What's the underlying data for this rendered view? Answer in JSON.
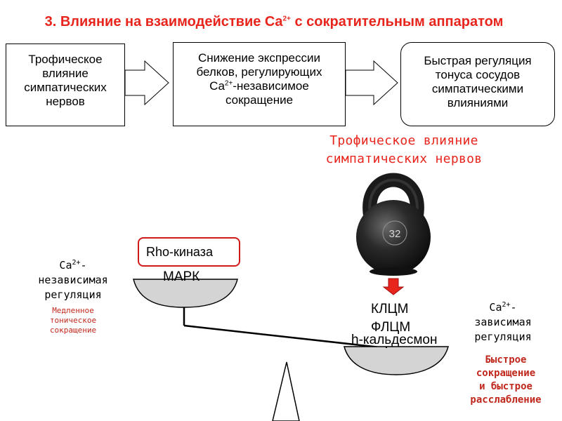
{
  "title": {
    "pre": "3. Влияние на взаимодействие Ca",
    "sup": "2+",
    "post": " с сократительным аппаратом"
  },
  "box1": {
    "lines": [
      "Трофическое",
      "влияние",
      "симпатических",
      "нервов"
    ]
  },
  "box2": {
    "line1": "Снижение  экспрессии",
    "line2": "белков, регулирующих",
    "line3_pre": "Ca",
    "line3_sup": "2+",
    "line3_post": "-независимое",
    "line4": "сокращение"
  },
  "box3": {
    "lines": [
      "Быстрая регуляция",
      "тонуса сосудов",
      "симпатическими",
      "влияниями"
    ]
  },
  "trophic_label": {
    "line1": "Трофическое влияние",
    "line2": "симпатических нервов"
  },
  "kettlebell": {
    "number": "32"
  },
  "left_pan": {
    "rho": "Rho-киназа",
    "mapk": "МАРК"
  },
  "left_label": {
    "pre": "Ca",
    "sup": "2+",
    "post": "-",
    "line2": "независимая",
    "line3": "регуляция"
  },
  "left_note": {
    "lines": [
      "Медленное",
      "тоническое",
      "сокращение"
    ]
  },
  "right_pan": {
    "items": [
      "КЛЦМ",
      "ФЛЦМ"
    ],
    "kaldesmon": "h-кальдесмон"
  },
  "right_label": {
    "pre": "Ca",
    "sup": "2+",
    "post": "-",
    "line2": "зависимая",
    "line3": "регуляция"
  },
  "right_note": {
    "lines": [
      "Быстрое",
      "сокращение",
      "и быстрое",
      "расслабление"
    ]
  },
  "colors": {
    "accent_red": "#e8251d",
    "pan_gray": "#d4d4d4",
    "kettlebell": "#1e1e1e"
  }
}
